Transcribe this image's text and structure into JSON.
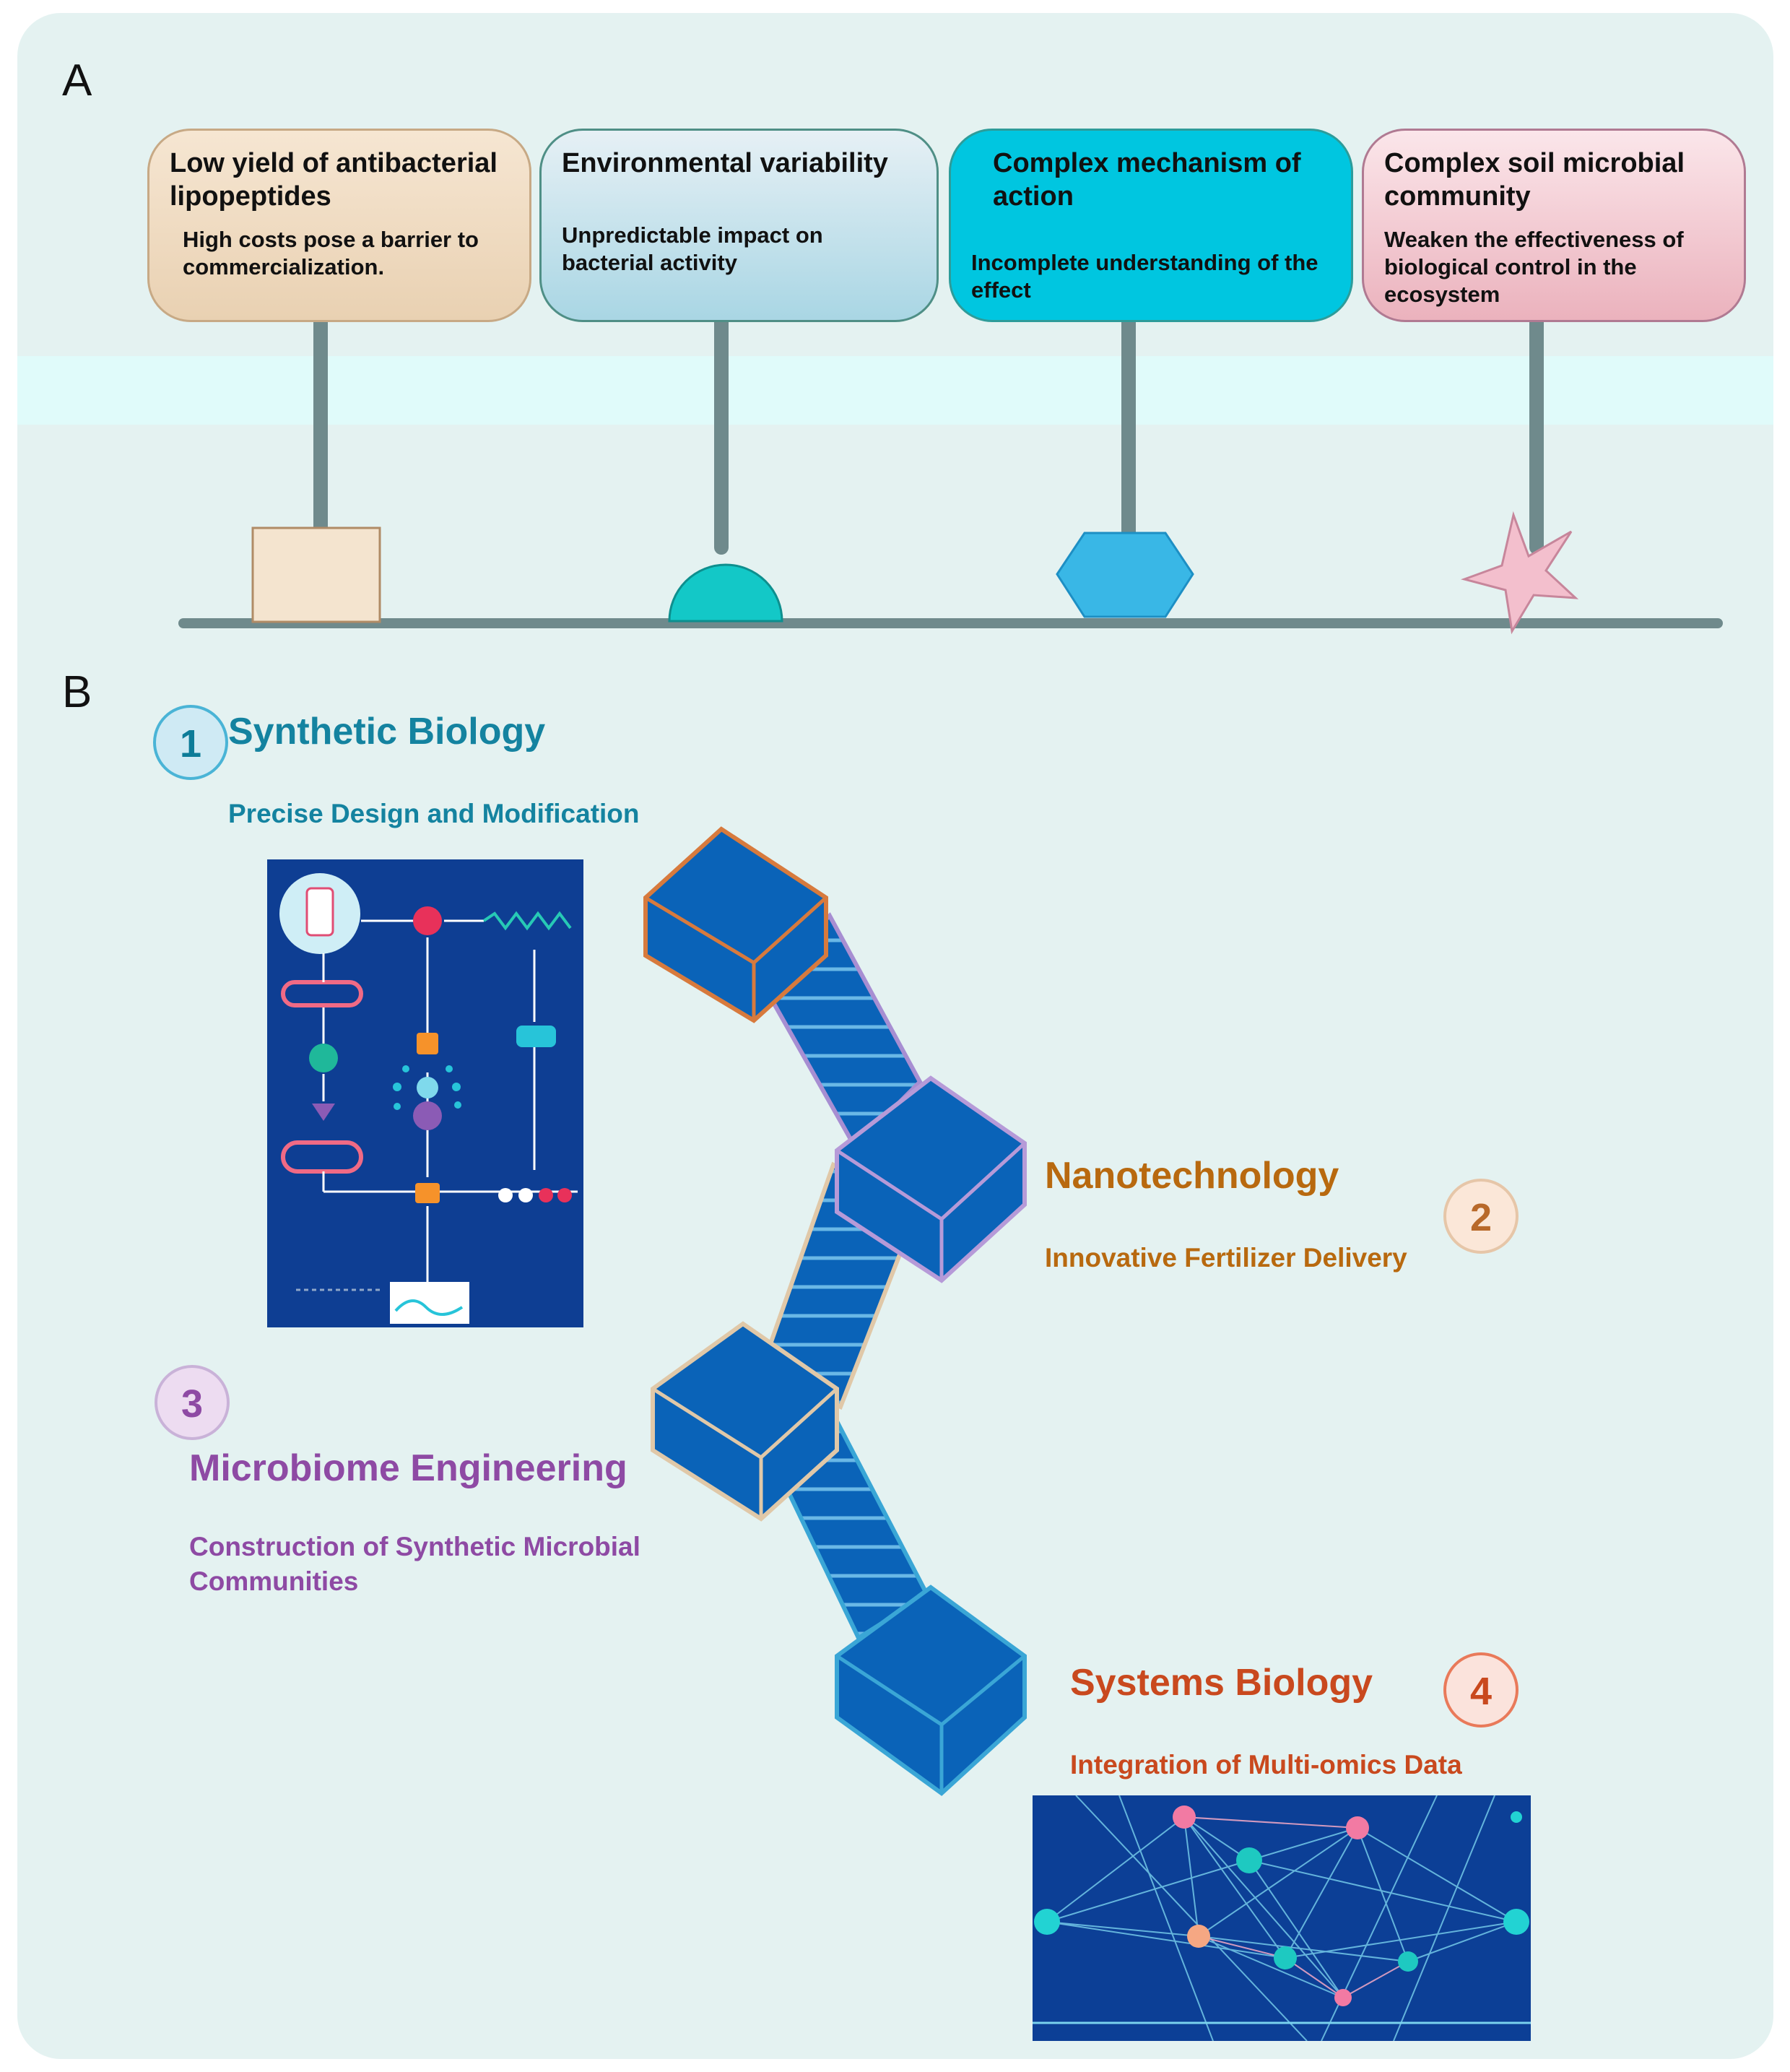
{
  "panel_a": {
    "letter": "A",
    "challenges": [
      {
        "title": "Low yield of antibacterial lipopeptides",
        "detail": "High costs pose a barrier to commercialization.",
        "shape": "square"
      },
      {
        "title": "Environmental variability",
        "detail": "Unpredictable impact on bacterial activity",
        "shape": "circle"
      },
      {
        "title": "Complex mechanism of action",
        "detail": "Incomplete understanding of the effect",
        "shape": "hexagon"
      },
      {
        "title": "Complex soil microbial community",
        "detail": "Weaken the effectiveness of biological control in the ecosystem",
        "shape": "star"
      }
    ]
  },
  "panel_b": {
    "letter": "B",
    "strategies": [
      {
        "number": "1",
        "title": "Synthetic Biology",
        "subtitle": "Precise Design and Modification",
        "color": "#1483a0"
      },
      {
        "number": "2",
        "title": "Nanotechnology",
        "subtitle": "Innovative Fertilizer Delivery",
        "color": "#b8690f"
      },
      {
        "number": "3",
        "title": "Microbiome Engineering",
        "subtitle": "Construction of Synthetic Microbial Communities",
        "color": "#8e4aa4"
      },
      {
        "number": "4",
        "title": "Systems Biology",
        "subtitle": "Integration of Multi-omics Data",
        "color": "#c9491e"
      }
    ]
  },
  "colors": {
    "background": "#e4f2f1",
    "block_fill": "#0a63b8",
    "connector": "#6f8a8c"
  }
}
